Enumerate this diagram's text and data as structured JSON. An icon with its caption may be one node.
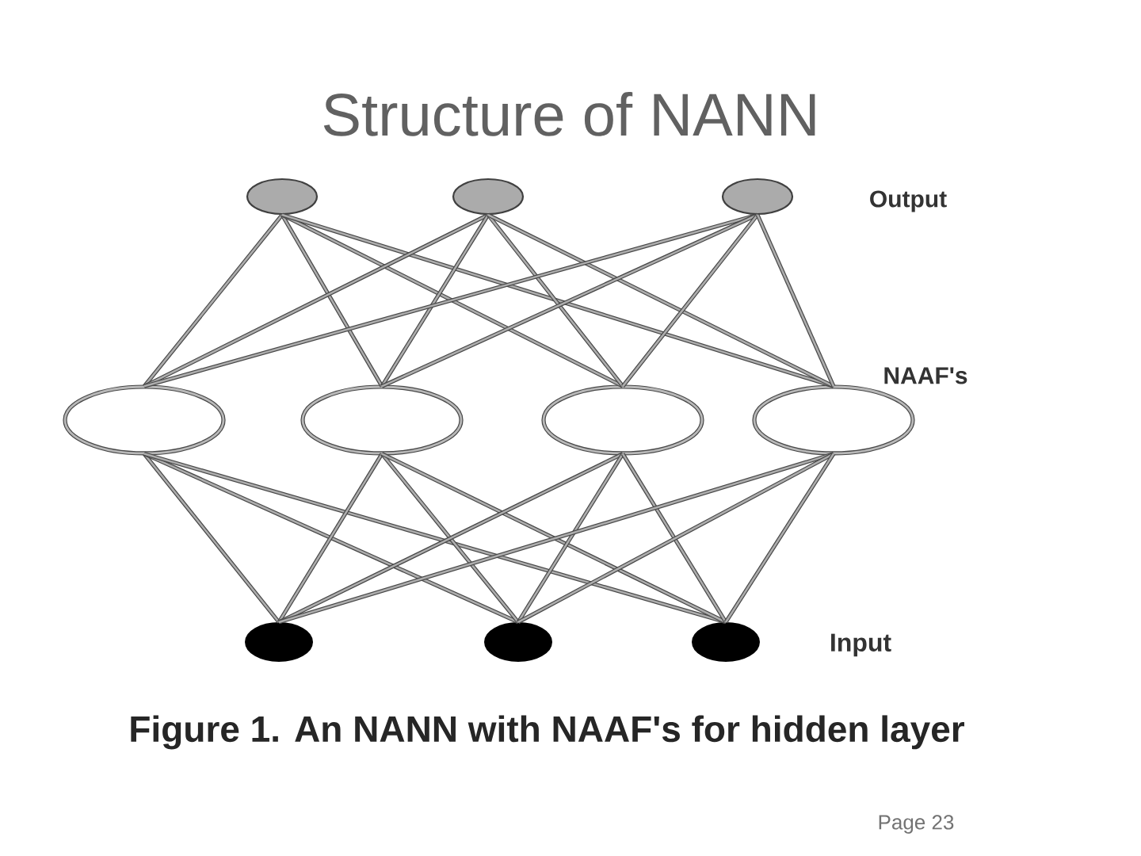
{
  "diagram": {
    "title": "Structure of NANN",
    "caption": "Figure 1. An NANN with NAAF's for hidden layer",
    "nodes": [
      {
        "text": [],
        "shape": "ellipse"
      },
      {
        "text": [],
        "shape": "ellipse"
      },
      {
        "text": [],
        "shape": "ellipse"
      },
      {
        "text": [],
        "shape": "ellipse"
      },
      {
        "text": [],
        "shape": "ellipse"
      },
      {
        "text": [],
        "shape": "ellipse"
      },
      {
        "text": [],
        "shape": "ellipse"
      },
      {
        "text": [],
        "shape": "ellipse"
      },
      {
        "text": [],
        "shape": "ellipse"
      },
      {
        "text": [],
        "shape": "ellipse"
      }
    ],
    "edges": [
      {
        "from": 0,
        "to": 3,
        "arrow": "none"
      },
      {
        "from": 0,
        "to": 4,
        "arrow": "none"
      },
      {
        "from": 0,
        "to": 5,
        "arrow": "none"
      },
      {
        "from": 0,
        "to": 6,
        "arrow": "none"
      },
      {
        "from": 1,
        "to": 3,
        "arrow": "none"
      },
      {
        "from": 1,
        "to": 4,
        "arrow": "none"
      },
      {
        "from": 1,
        "to": 5,
        "arrow": "none"
      },
      {
        "from": 1,
        "to": 6,
        "arrow": "none"
      },
      {
        "from": 2,
        "to": 3,
        "arrow": "none"
      },
      {
        "from": 2,
        "to": 4,
        "arrow": "none"
      },
      {
        "from": 2,
        "to": 5,
        "arrow": "none"
      },
      {
        "from": 2,
        "to": 6,
        "arrow": "none"
      },
      {
        "from": 3,
        "to": 7,
        "arrow": "none"
      },
      {
        "from": 3,
        "to": 8,
        "arrow": "none"
      },
      {
        "from": 3,
        "to": 9,
        "arrow": "none"
      },
      {
        "from": 4,
        "to": 7,
        "arrow": "none"
      },
      {
        "from": 4,
        "to": 8,
        "arrow": "none"
      },
      {
        "from": 4,
        "to": 9,
        "arrow": "none"
      },
      {
        "from": 5,
        "to": 7,
        "arrow": "none"
      },
      {
        "from": 5,
        "to": 8,
        "arrow": "none"
      },
      {
        "from": 5,
        "to": 9,
        "arrow": "none"
      },
      {
        "from": 6,
        "to": 7,
        "arrow": "none"
      },
      {
        "from": 6,
        "to": 8,
        "arrow": "none"
      },
      {
        "from": 6,
        "to": 9,
        "arrow": "none"
      }
    ],
    "labels": [
      "Output",
      "NAAF's",
      "Input",
      "Page 23"
    ]
  }
}
